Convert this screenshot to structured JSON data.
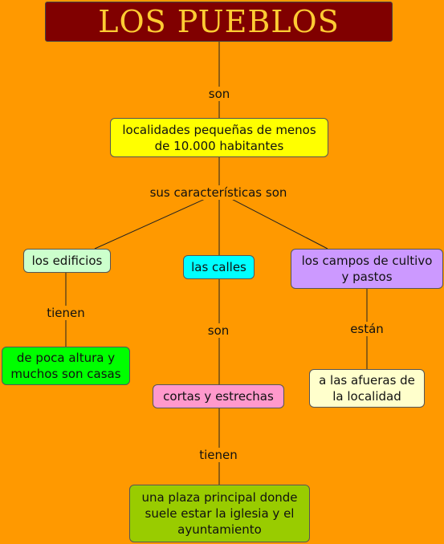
{
  "title": "LOS PUEBLOS",
  "nodes": {
    "localidades": "localidades pequeñas de menos de 10.000 habitantes",
    "edificios": "los edificios",
    "calles": "las calles",
    "campos": "los campos de cultivo y pastos",
    "altura": "de poca altura y muchos son casas",
    "cortas": "cortas y estrechas",
    "afueras": "a las afueras de la localidad",
    "plaza": "una plaza principal donde suele estar la iglesia y el ayuntamiento"
  },
  "links": {
    "son_1": "son",
    "caracteristicas": "sus características son",
    "tienen_1": "tienen",
    "son_2": "son",
    "estan": "están",
    "tienen_2": "tienen"
  },
  "colors": {
    "background": "#ff9900",
    "title_bg": "#800000",
    "title_text": "#ffcc33"
  }
}
